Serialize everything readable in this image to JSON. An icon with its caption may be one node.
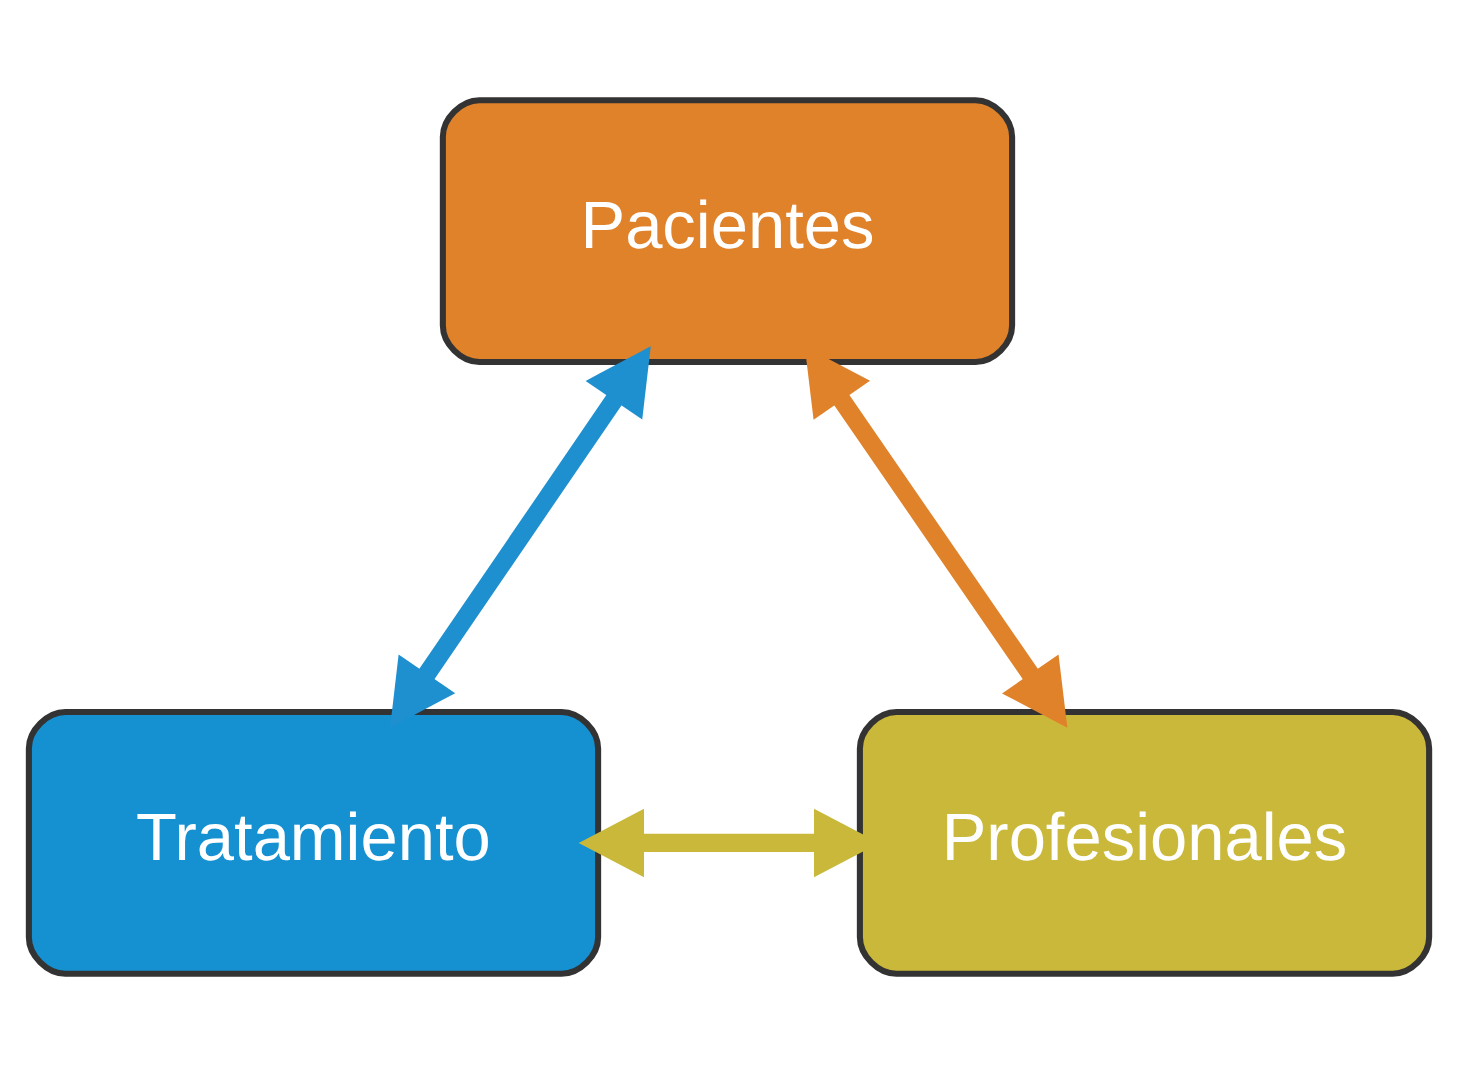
{
  "diagram": {
    "nodes": [
      {
        "text": [
          "Pacientes"
        ]
      },
      {
        "text": [
          "Tratamiento"
        ]
      },
      {
        "text": [
          "Profesionales"
        ]
      }
    ],
    "edges": [
      {
        "from": 1,
        "to": 0,
        "arrow": "both",
        "color": "#1e90d0"
      },
      {
        "from": 0,
        "to": 2,
        "arrow": "both",
        "color": "#e0822a"
      },
      {
        "from": 1,
        "to": 2,
        "arrow": "both",
        "color": "#c9b83a"
      }
    ]
  }
}
